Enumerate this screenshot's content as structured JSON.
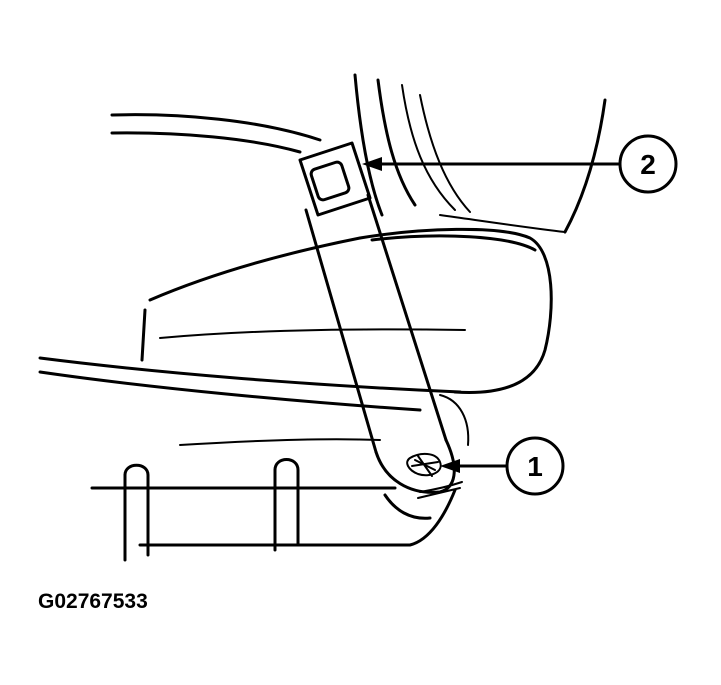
{
  "callouts": [
    {
      "label": "2",
      "target": "seat-belt-upper-anchor"
    },
    {
      "label": "1",
      "target": "seat-belt-anchor-bolt"
    }
  ],
  "figure_id": "G02767533"
}
